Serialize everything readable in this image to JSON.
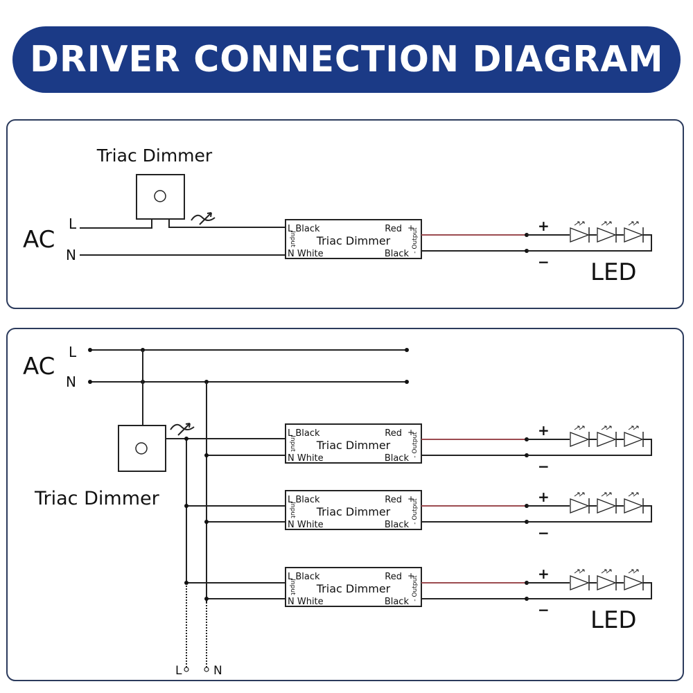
{
  "title": "DRIVER CONNECTION DIAGRAM",
  "colors": {
    "banner": "#1b3a86",
    "panel_border": "#2b3a5c",
    "positive_wire": "#9b4a4f",
    "wire": "#222222"
  },
  "panel1": {
    "dimmer_label": "Triac Dimmer",
    "ac_label": "AC",
    "l_label": "L",
    "n_label": "N",
    "dimmer_symbol": "dimming-symbol",
    "driver": {
      "name": "Triac Dimmer",
      "input_l": "L Black",
      "input_n": "N White",
      "input_side": "Input",
      "output_pos": "Red",
      "output_neg": "Black",
      "output_side": "Output",
      "plus": "+",
      "minus": "-"
    },
    "led": {
      "plus": "+",
      "minus": "−",
      "label": "LED",
      "count": 3
    }
  },
  "panel2": {
    "ac_label": "AC",
    "l_label": "L",
    "n_label": "N",
    "dimmer_label": "Triac Dimmer",
    "bottom_l": "L",
    "bottom_n": "N",
    "drivers": [
      {
        "name": "Triac Dimmer",
        "input_l": "L Black",
        "input_n": "N White",
        "input_side": "Input",
        "output_pos": "Red",
        "output_neg": "Black",
        "output_side": "Output",
        "plus": "+",
        "minus": "-"
      },
      {
        "name": "Triac Dimmer",
        "input_l": "L Black",
        "input_n": "N White",
        "input_side": "Input",
        "output_pos": "Red",
        "output_neg": "Black",
        "output_side": "Output",
        "plus": "+",
        "minus": "-"
      },
      {
        "name": "Triac Dimmer",
        "input_l": "L Black",
        "input_n": "N White",
        "input_side": "Input",
        "output_pos": "Red",
        "output_neg": "Black",
        "output_side": "Output",
        "plus": "+",
        "minus": "-"
      }
    ],
    "leds": [
      {
        "plus": "+",
        "minus": "−",
        "count": 3
      },
      {
        "plus": "+",
        "minus": "−",
        "count": 3
      },
      {
        "plus": "+",
        "minus": "−",
        "count": 3
      }
    ],
    "led_label": "LED"
  }
}
